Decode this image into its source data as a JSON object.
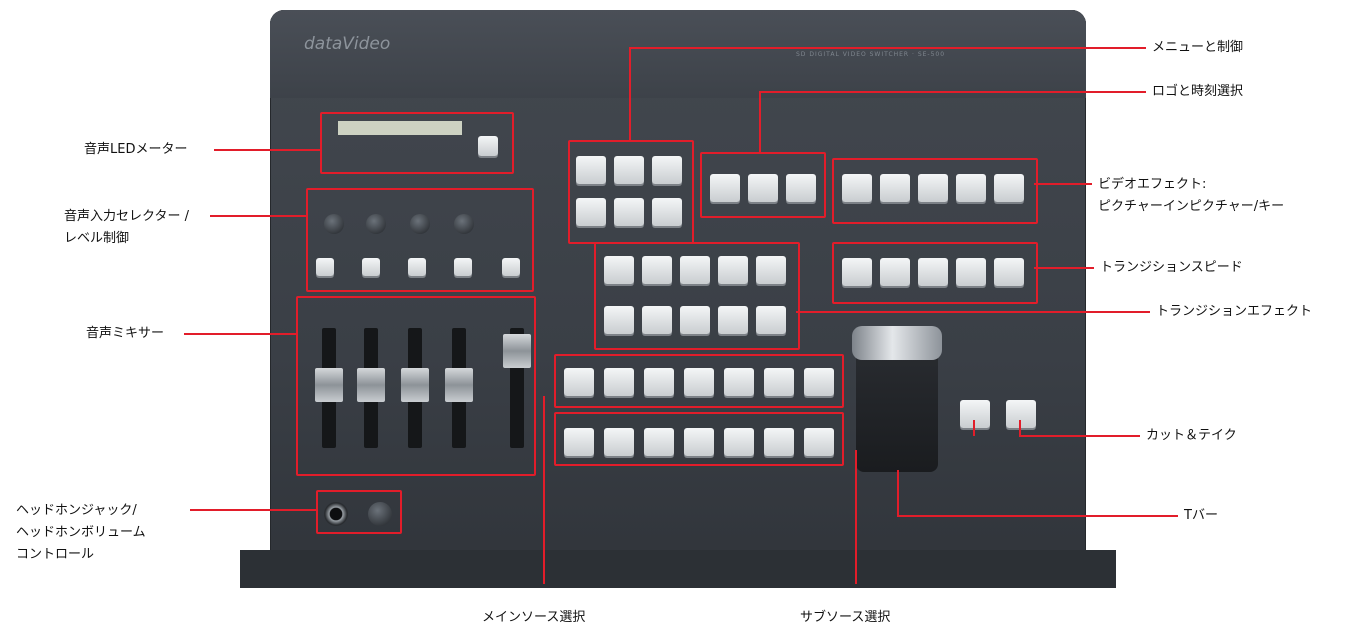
{
  "device": {
    "brand": "dataVideo",
    "model_text": "SD DIGITAL VIDEO SWITCHER · SE-500"
  },
  "callouts": {
    "menu_control": "メニューと制御",
    "logo_time": "ロゴと時刻選択",
    "video_effects": "ビデオエフェクト:\nピクチャーインピクチャー/キー",
    "transition_speed": "トランジションスピード",
    "transition_effects": "トランジションエフェクト",
    "cut_take": "カット＆テイク",
    "tbar": "Tバー",
    "audio_led_meter": "音声LEDメーター",
    "audio_input_selector": "音声入力セレクター /\nレベル制御",
    "audio_mixer": "音声ミキサー",
    "headphone": "ヘッドホンジャック/\nヘッドホンボリューム\nコントロール",
    "main_source": "メインソース選択",
    "sub_source": "サブソース選択"
  },
  "colors": {
    "callout_line": "#e21d2a",
    "device_body": "#3b4047",
    "button_face": "#e4e7ea"
  }
}
